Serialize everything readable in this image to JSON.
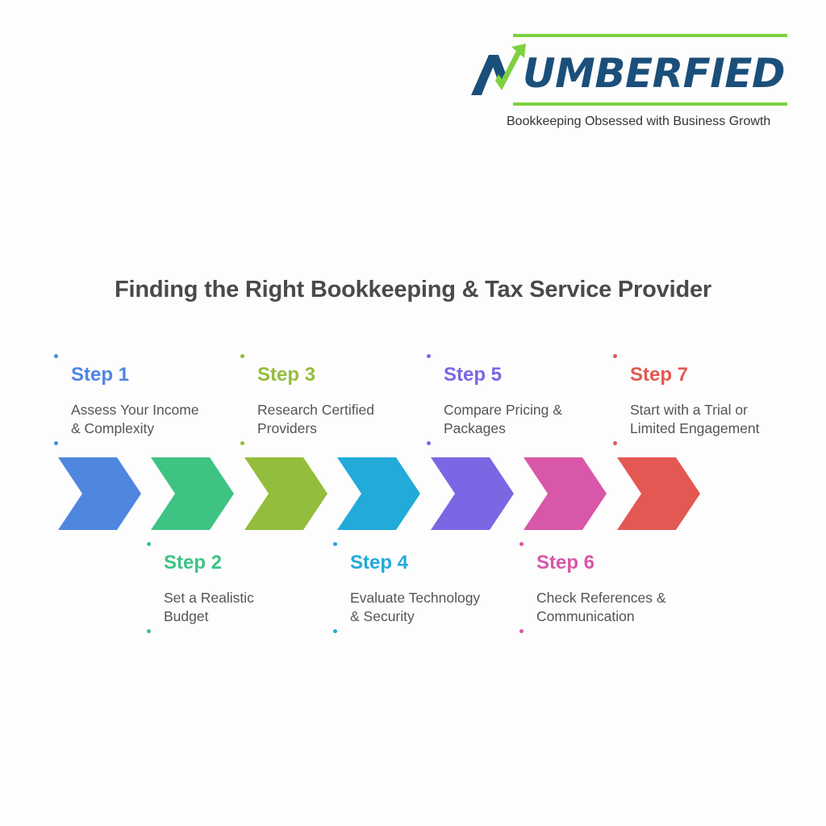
{
  "logo": {
    "wordmark": "UMBERFIED",
    "full_name": "NUMBERFIED",
    "tagline": "Bookkeeping Obsessed with Business Growth",
    "colors": {
      "navy": "#1b4f7a",
      "green": "#7ed13f"
    }
  },
  "title": "Finding the Right Bookkeeping & Tax Service Provider",
  "steps": [
    {
      "label": "Step 1",
      "desc_line1": "Assess Your Income",
      "desc_line2": "& Complexity",
      "color": "#4f86e0",
      "position": "upper"
    },
    {
      "label": "Step 2",
      "desc_line1": "Set a Realistic",
      "desc_line2": "Budget",
      "color": "#3ec383",
      "position": "lower"
    },
    {
      "label": "Step 3",
      "desc_line1": "Research Certified",
      "desc_line2": "Providers",
      "color": "#93bd3c",
      "position": "upper"
    },
    {
      "label": "Step 4",
      "desc_line1": "Evaluate Technology",
      "desc_line2": "& Security",
      "color": "#22abd9",
      "position": "lower"
    },
    {
      "label": "Step 5",
      "desc_line1": "Compare Pricing &",
      "desc_line2": "Packages",
      "color": "#7c66e3",
      "position": "upper"
    },
    {
      "label": "Step 6",
      "desc_line1": "Check References &",
      "desc_line2": "Communication",
      "color": "#d957a8",
      "position": "lower"
    },
    {
      "label": "Step 7",
      "desc_line1": "Start with a Trial or",
      "desc_line2": "Limited Engagement",
      "color": "#e35852",
      "position": "upper"
    }
  ]
}
